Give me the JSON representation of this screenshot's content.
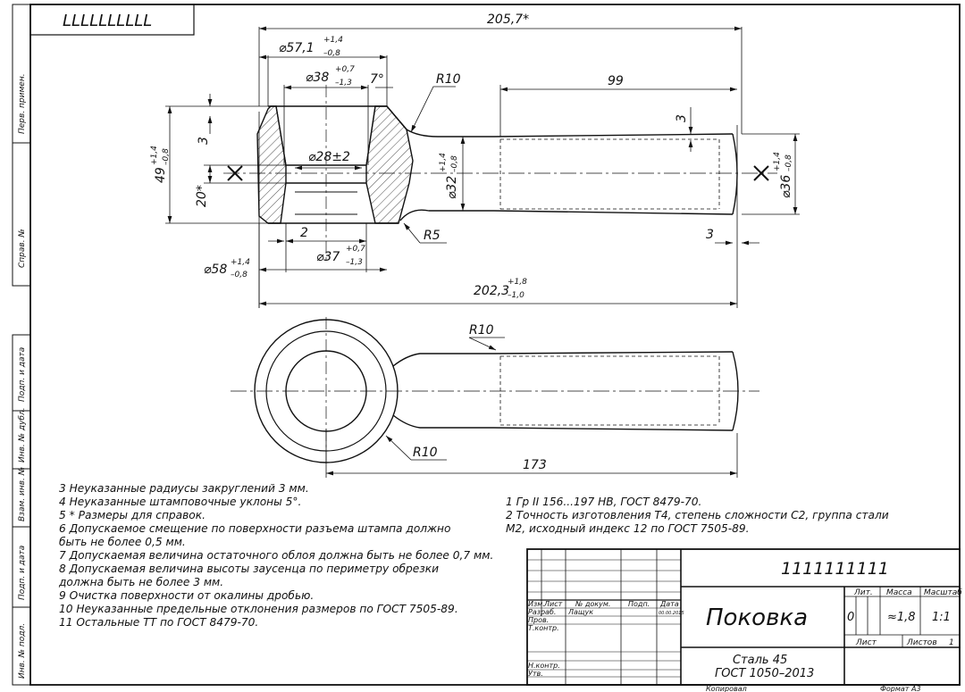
{
  "sheet": {
    "code_box": "LLLLLLLLLL",
    "side_labels": [
      "Перв. примен.",
      "Справ. №",
      "Подп. и дата",
      "Инв. № дубл.",
      "Взам. инв. №",
      "Подп. и дата",
      "Инв. № подл."
    ],
    "copied": "Копировал",
    "format": "Формат   A3"
  },
  "dimensions": {
    "overall_ref": "205,7*",
    "d57": "⌀57,1",
    "d57_tol": [
      "+1,4",
      "–0,8"
    ],
    "d38": "⌀38",
    "d38_tol": [
      "+0,7",
      "–1,3"
    ],
    "angle": "7°",
    "r10_top": "R10",
    "len99": "99",
    "three_top": "3",
    "three_left": "3",
    "d28": "⌀28±2",
    "h49": "49",
    "h49_tol": [
      "+1,4",
      "–0,8"
    ],
    "h20": "20*",
    "d32": "⌀32",
    "d32_tol": [
      "+1,4",
      "–0,8"
    ],
    "d36": "⌀36",
    "d36_tol": [
      "+1,4",
      "–0,8"
    ],
    "two": "2",
    "r5": "R5",
    "three_right": "3",
    "d37": "⌀37",
    "d37_tol": [
      "+0,7",
      "–1,3"
    ],
    "d58": "⌀58",
    "d58_tol": [
      "+1,4",
      "–0,8"
    ],
    "len202": "202,3",
    "len202_tol": [
      "+1,8",
      "–1,0"
    ],
    "r10_mid": "R10",
    "r10_low": "R10",
    "len173": "173"
  },
  "notes_left": [
    "3  Неуказанные радиусы закруглений 3 мм.",
    "4  Неуказанные штамповочные уклоны 5°.",
    "5  * Размеры для справок.",
    "6  Допускаемое смещение по поверхности разъема штампа должно",
    "быть не более 0,5 мм.",
    "7  Допускаемая величина остаточного облоя должна быть не более 0,7 мм.",
    "8  Допускаемая величина высоты заусенца по периметру обрезки",
    "должна быть не более 3 мм.",
    "9  Очистка поверхности от окалины дробью.",
    "10  Неуказанные предельные отклонения размеров по ГОСТ 7505-89.",
    "11  Остальные ТТ по ГОСТ 8479-70."
  ],
  "notes_right": [
    "1  Гр II 156...197 НВ, ГОСТ 8479-70.",
    "2  Точность изготовления Т4, степень сложности С2, группа стали",
    "М2, исходный индекс 12 по ГОСТ 7505-89."
  ],
  "title_block": {
    "designation": "1111111111",
    "name": "Поковка",
    "material_1": "Сталь 45",
    "material_2": "ГОСТ 1050–2013",
    "col_headers": [
      "Изм.",
      "Лист",
      "№ докум.",
      "Подп.",
      "Дата"
    ],
    "row_labels": [
      "Разраб.",
      "Пров.",
      "Т.контр.",
      "",
      "Н.контр.",
      "Утв."
    ],
    "developer": "Лащук",
    "date": "00.00.2015",
    "lit_header": "Лит.",
    "mass_header": "Масса",
    "scale_header": "Масштаб",
    "lit_value": "0",
    "mass_value": "≈1,8",
    "scale_value": "1:1",
    "sheet_label": "Лист",
    "sheets_label": "Листов",
    "sheets_value": "1"
  }
}
